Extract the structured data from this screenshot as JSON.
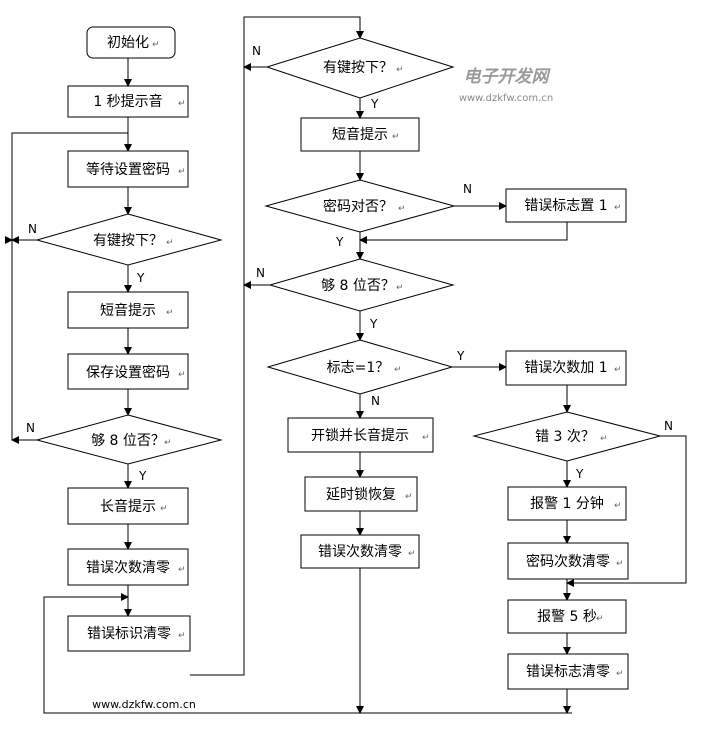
{
  "nodes": {
    "init": "初始化",
    "beep1s": "1 秒提示音",
    "waitSet": "等待设置密码",
    "keyPressed1": "有键按下？",
    "shortBeep1": "短音提示",
    "saveSet": "保存设置密码",
    "enough8_1": "够 8 位否？",
    "longBeep": "长音提示",
    "errCountClear1": "错误次数清零",
    "errFlagClear1": "错误标识清零",
    "keyPressed2": "有键按下？",
    "shortBeep2": "短音提示",
    "pwdCorrect": "密码对否？",
    "errFlagSet": "错误标志置 1",
    "enough8_2": "够 8 位否？",
    "flagEq1": "标志=1？",
    "errCountAdd": "错误次数加 1",
    "unlock": "开锁并长音提示",
    "delayRelock": "延时锁恢复",
    "errCountClear2": "错误次数清零",
    "err3": "错 3 次？",
    "alarm1min": "报警 1 分钟",
    "pwdCountClear": "密码次数清零",
    "alarm5s": "报警 5 秒",
    "errFlagClear2": "错误标志清零"
  },
  "labels": {
    "yes": "Y",
    "no": "N"
  },
  "watermark": {
    "title": "电子开发网",
    "url_top": "www.dzkfw.com.cn",
    "url_bottom": "www.dzkfw.com.cn"
  },
  "colors": {
    "stroke": "#000000",
    "fill": "#ffffff",
    "watermark": "#9a9a9a"
  }
}
